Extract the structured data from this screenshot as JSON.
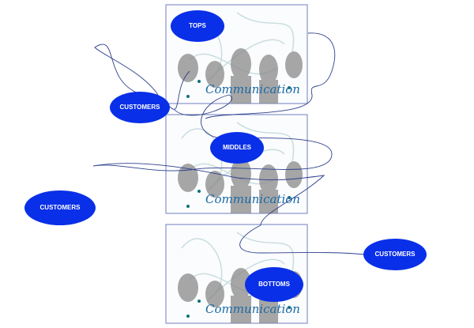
{
  "panels": [
    {
      "caption": "Communication"
    },
    {
      "caption": "Communication"
    },
    {
      "caption": "Communication"
    }
  ],
  "labels": {
    "tops": "TOPS",
    "middles": "MIDDLES",
    "bottoms": "BOTTOMS",
    "customers_1": "CUSTOMERS",
    "customers_2": "CUSTOMERS",
    "customers_3": "CUSTOMERS"
  },
  "colors": {
    "ellipse": "#0a2fe8",
    "line": "#2d3f8c",
    "frame": "#6f7fc0",
    "caption": "#1b6aa5"
  }
}
